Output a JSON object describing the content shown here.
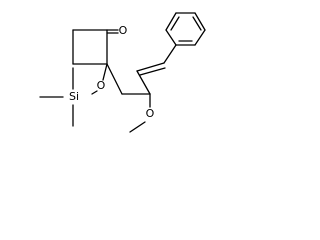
{
  "molecule": {
    "atoms": {
      "carbonyl_oxygen": "O",
      "siloxy_oxygen": "O",
      "silicon": "Si",
      "methoxy_oxygen": "O"
    },
    "colors": {
      "bond": "#000000",
      "label": "#000000",
      "background": "#ffffff"
    }
  }
}
